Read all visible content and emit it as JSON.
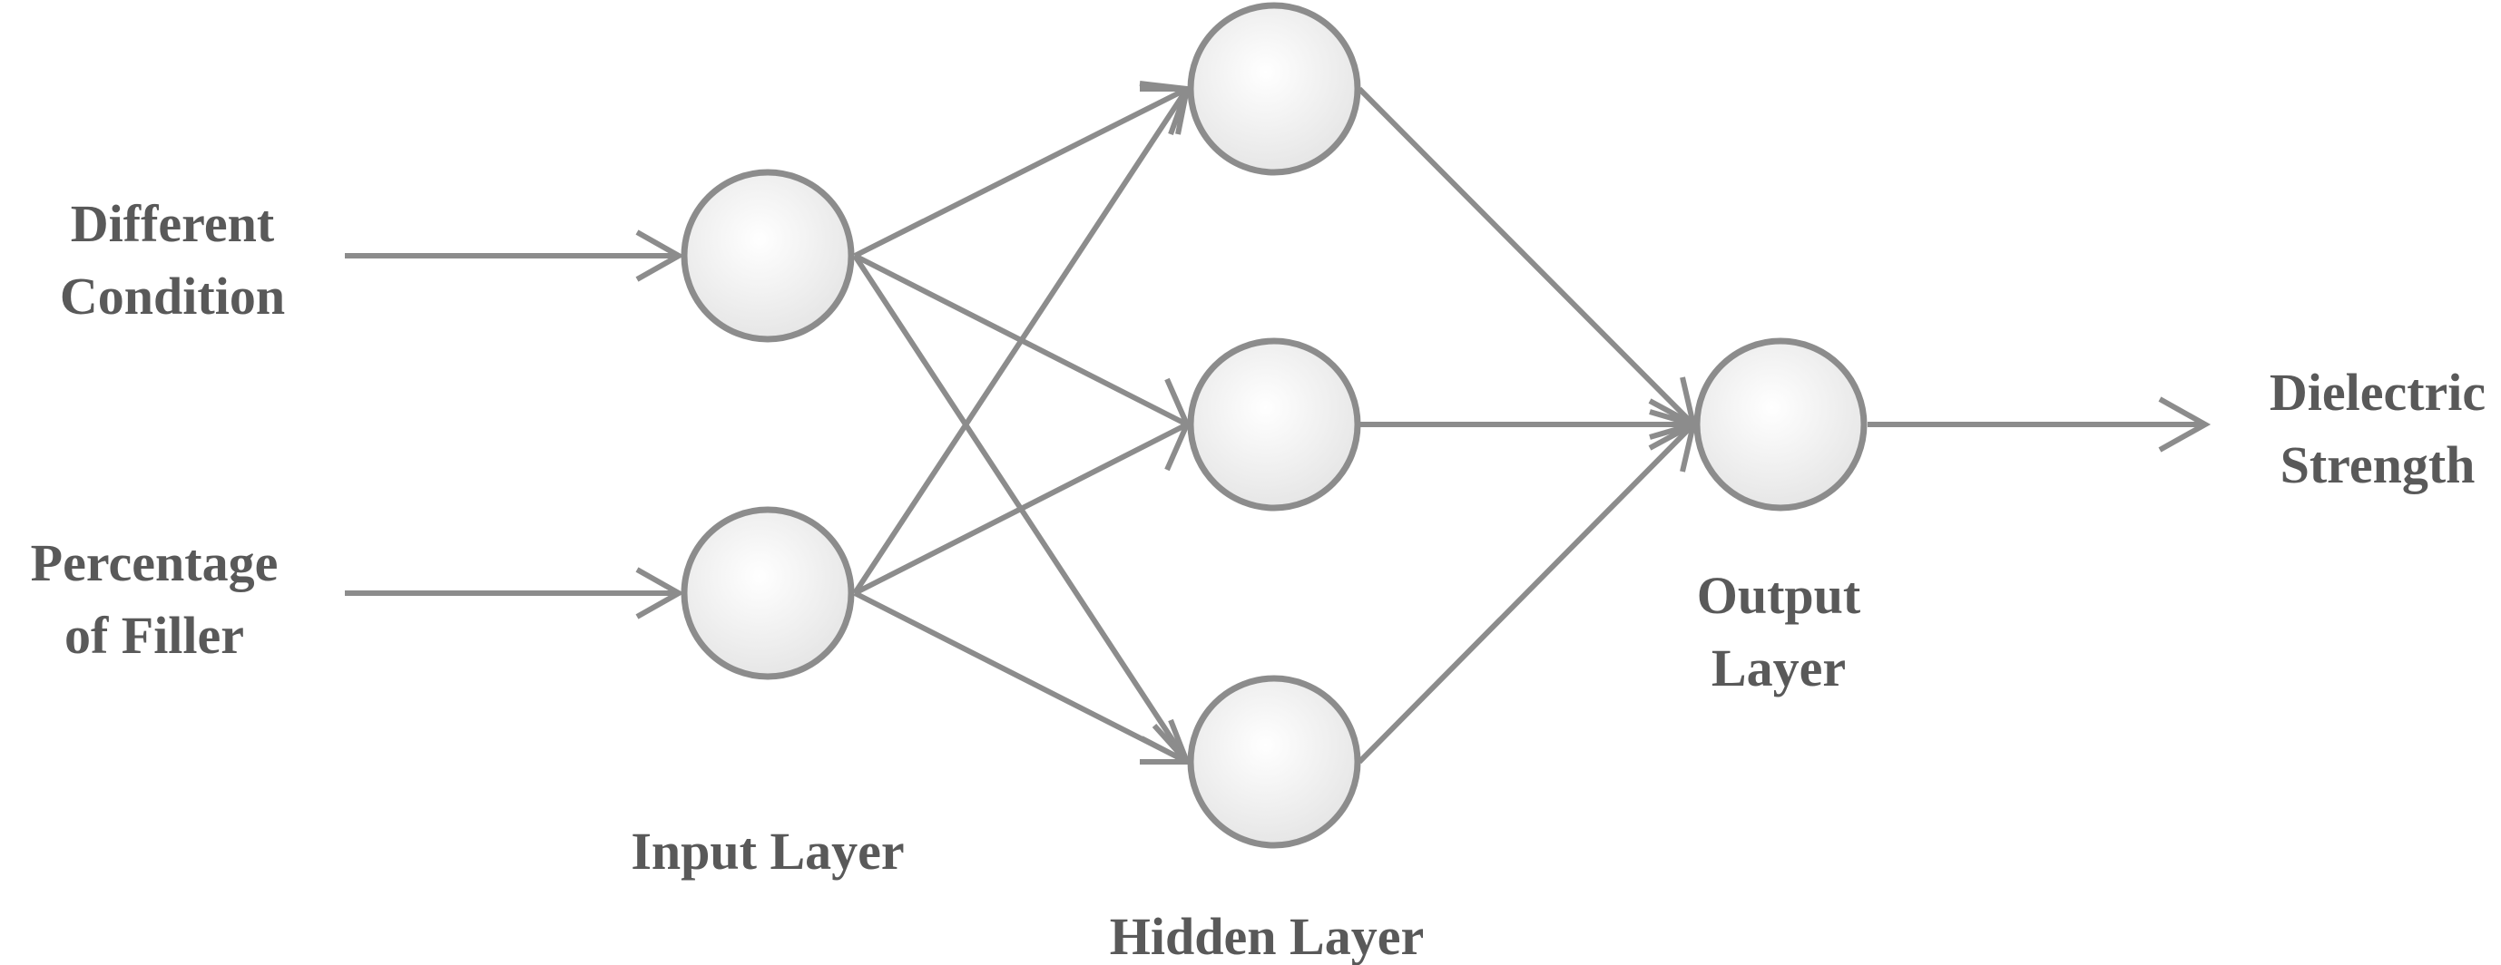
{
  "diagram": {
    "inputs": {
      "input_1": {
        "line1": "Different",
        "line2": "Condition"
      },
      "input_2": {
        "line1": "Percentage",
        "line2": "of Filler"
      }
    },
    "output": {
      "line1": "Dielectric",
      "line2": "Strength"
    },
    "layers": {
      "input": "Input Layer",
      "hidden": "Hidden Layer",
      "output": {
        "line1": "Output",
        "line2": "Layer"
      }
    },
    "colors": {
      "stroke": "#8c8c8c",
      "text": "#595959",
      "node_fill_light": "#ffffff",
      "node_fill_dark": "#e6e6e6"
    }
  }
}
